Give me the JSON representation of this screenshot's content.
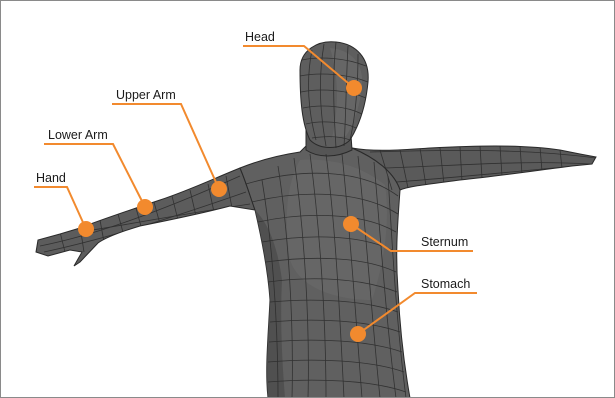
{
  "colors": {
    "accent": "#f28a2e",
    "mesh": "#5c5c5c",
    "mesh_light": "#6e6e6e",
    "mesh_dark": "#474747",
    "wire": "#2a2a2a",
    "background": "#ffffff"
  },
  "labels": {
    "head": "Head",
    "upper_arm": "Upper Arm",
    "lower_arm": "Lower Arm",
    "hand": "Hand",
    "sternum": "Sternum",
    "stomach": "Stomach"
  }
}
